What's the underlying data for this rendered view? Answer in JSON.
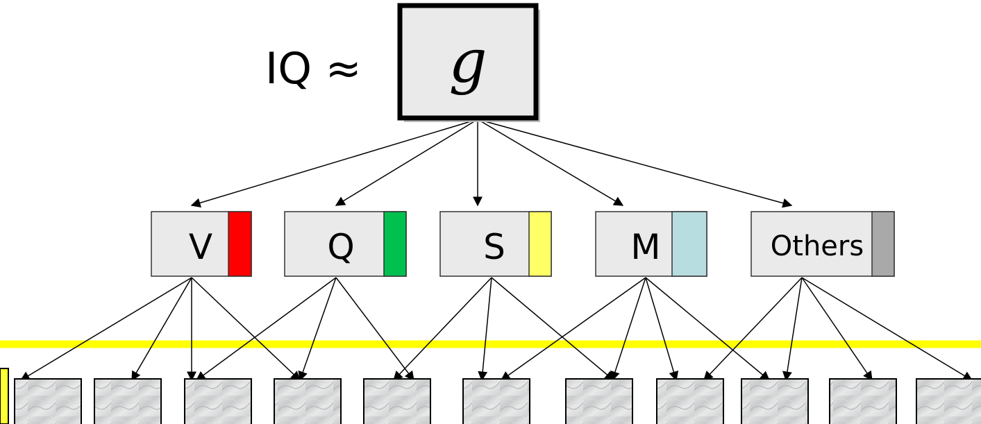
{
  "top": {
    "iq_text": "IQ ≈",
    "g_text": "g"
  },
  "factors": [
    {
      "label": "V",
      "color": "#ff0000"
    },
    {
      "label": "Q",
      "color": "#00c050"
    },
    {
      "label": "S",
      "color": "#ffff66"
    },
    {
      "label": "M",
      "color": "#b8dde0"
    },
    {
      "label": "Others",
      "color": "#a9a9a9"
    }
  ],
  "test_count": 11,
  "highlight_line_color": "#ffff00"
}
